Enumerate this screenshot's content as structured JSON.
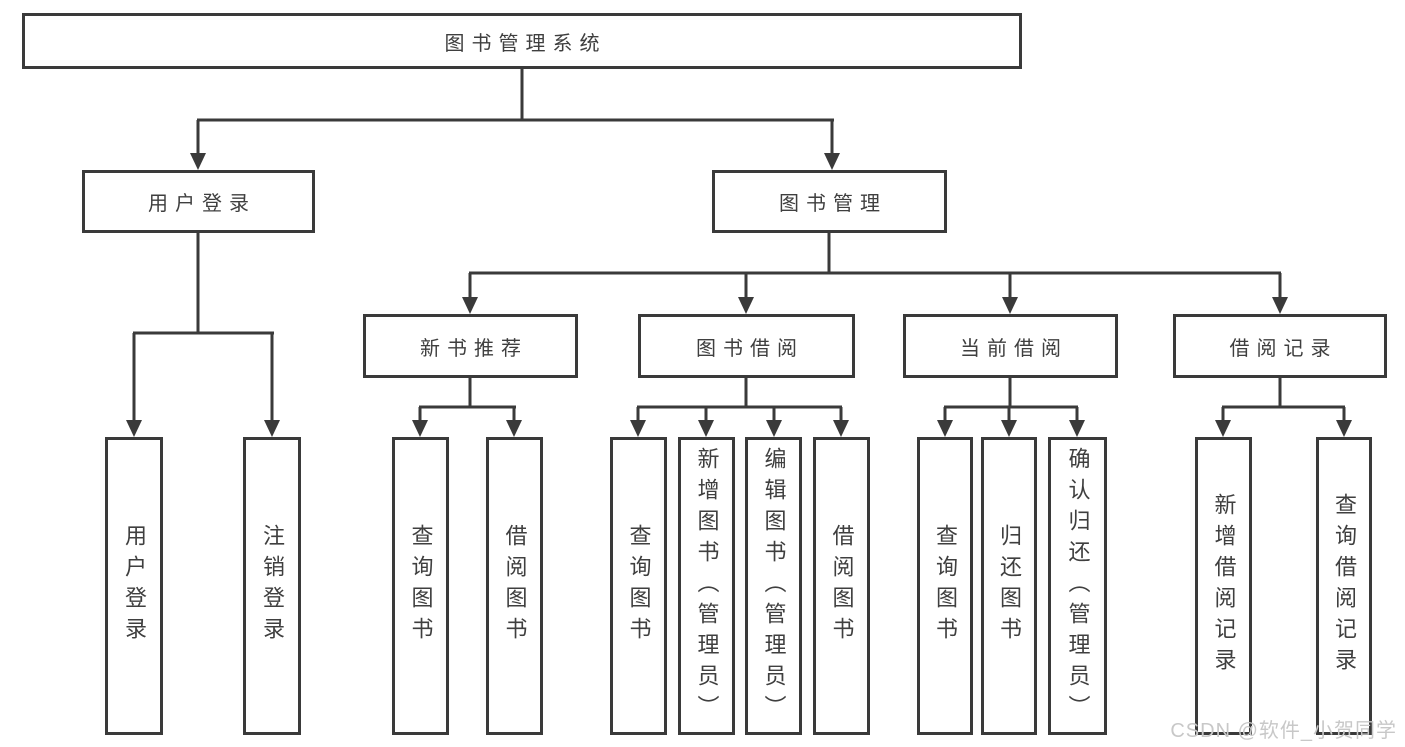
{
  "tree": {
    "label": "图书管理系统",
    "children": [
      {
        "label": "用户登录",
        "children": [
          {
            "label": "用户登录"
          },
          {
            "label": "注销登录"
          }
        ]
      },
      {
        "label": "图书管理",
        "children": [
          {
            "label": "新书推荐",
            "children": [
              {
                "label": "查询图书"
              },
              {
                "label": "借阅图书"
              }
            ]
          },
          {
            "label": "图书借阅",
            "children": [
              {
                "label": "查询图书"
              },
              {
                "label": "新增图书（管理员）"
              },
              {
                "label": "编辑图书（管理员）"
              },
              {
                "label": "借阅图书"
              }
            ]
          },
          {
            "label": "当前借阅",
            "children": [
              {
                "label": "查询图书"
              },
              {
                "label": "归还图书"
              },
              {
                "label": "确认归还（管理员）"
              }
            ]
          },
          {
            "label": "借阅记录",
            "children": [
              {
                "label": "新增借阅记录"
              },
              {
                "label": "查询借阅记录"
              }
            ]
          }
        ]
      }
    ]
  },
  "watermark": "CSDN @软件_小贺同学",
  "colors": {
    "line": "#3a3a3a",
    "text": "#3f3f3f",
    "watermark": "#c8c8c8",
    "canvas_bg": "#ffffff"
  }
}
